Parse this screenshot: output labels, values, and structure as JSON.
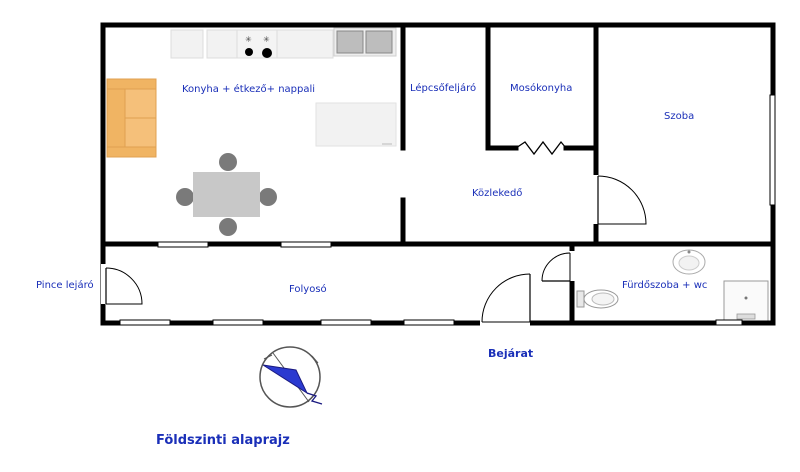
{
  "rooms": {
    "kitchen": "Konyha + étkező+ nappali",
    "staircase": "Lépcsőfeljáró",
    "laundry": "Mosókonyha",
    "room": "Szoba",
    "hall": "Közlekedő",
    "corridor": "Folyosó",
    "bathroom": "Fürdőszoba + wc",
    "cellar": "Pince lejáró"
  },
  "entrance": "Bejárat",
  "title": "Földszinti alaprajz",
  "colors": {
    "label": "#1a2fb8",
    "wall": "#000000",
    "sofa": "#f5c07a",
    "table": "#c8c8c8",
    "chair": "#7a7a7a",
    "compass": "#2b3ad0"
  }
}
